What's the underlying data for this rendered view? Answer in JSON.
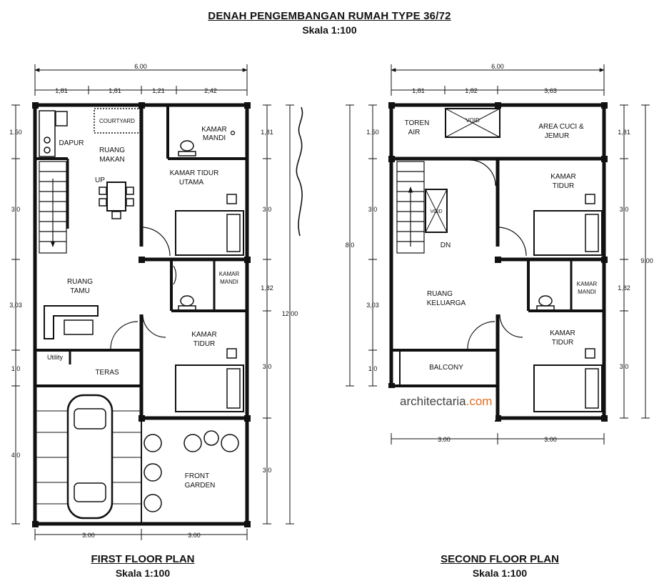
{
  "header": {
    "title": "DENAH PENGEMBANGAN RUMAH TYPE 36/72",
    "scale": "Skala 1:100"
  },
  "first_floor": {
    "caption": "FIRST FLOOR PLAN",
    "scale": "Skala 1:100",
    "rooms": {
      "dapur": "DAPUR",
      "courtyard": "COURTYARD",
      "ruang_makan_1": "RUANG",
      "ruang_makan_2": "MAKAN",
      "kamar_mandi_1_a": "KAMAR",
      "kamar_mandi_1_b": "MANDI",
      "kamar_tidur_utama_1": "KAMAR TIDUR",
      "kamar_tidur_utama_2": "UTAMA",
      "up": "UP",
      "ruang_tamu_1": "RUANG",
      "ruang_tamu_2": "TAMU",
      "kamar_mandi_2_a": "KAMAR",
      "kamar_mandi_2_b": "MANDI",
      "kamar_tidur_a": "KAMAR",
      "kamar_tidur_b": "TIDUR",
      "utility": "Utility",
      "teras": "TERAS",
      "front_garden_1": "FRONT",
      "front_garden_2": "GARDEN"
    },
    "dims_top_total": "6.00",
    "dims_top": [
      "1,81",
      "1,81",
      "1,21",
      "2,42"
    ],
    "dims_left": [
      "1.50",
      "3.0",
      "3,03",
      "1.0",
      "4.0"
    ],
    "dims_right": [
      "1,81",
      "3.0",
      "1,82",
      "3.0",
      "3.0"
    ],
    "dims_total_right": "12.00",
    "dims_bottom": [
      "3.00",
      "3.00"
    ]
  },
  "second_floor": {
    "caption": "SECOND FLOOR PLAN",
    "scale": "Skala 1:100",
    "rooms": {
      "toren_1": "TOREN",
      "toren_2": "AIR",
      "void_top": "VOID",
      "void_stair": "VOID",
      "area_cuci_1": "AREA CUCI &",
      "area_cuci_2": "JEMUR",
      "kamar_tidur_1a": "KAMAR",
      "kamar_tidur_1b": "TIDUR",
      "dn": "DN",
      "ruang_keluarga_1": "RUANG",
      "ruang_keluarga_2": "KELUARGA",
      "kamar_mandi_a": "KAMAR",
      "kamar_mandi_b": "MANDI",
      "kamar_tidur_2a": "KAMAR",
      "kamar_tidur_2b": "TIDUR",
      "balcony": "BALCONY"
    },
    "dims_top_total": "6.00",
    "dims_top": [
      "1,81",
      "1,82",
      "3,63"
    ],
    "dims_left": [
      "1.50",
      "3.0",
      "3,03",
      "1.0"
    ],
    "dims_left_total": "8.0",
    "dims_right": [
      "1,81",
      "3.0",
      "1,82",
      "3.0"
    ],
    "dims_total_right": "9.00",
    "dims_bottom": [
      "3.00",
      "3.00"
    ]
  },
  "watermark": {
    "name": "architectaria",
    "tld": ".com",
    "color_name": "#444444",
    "color_tld": "#e46d1e"
  }
}
